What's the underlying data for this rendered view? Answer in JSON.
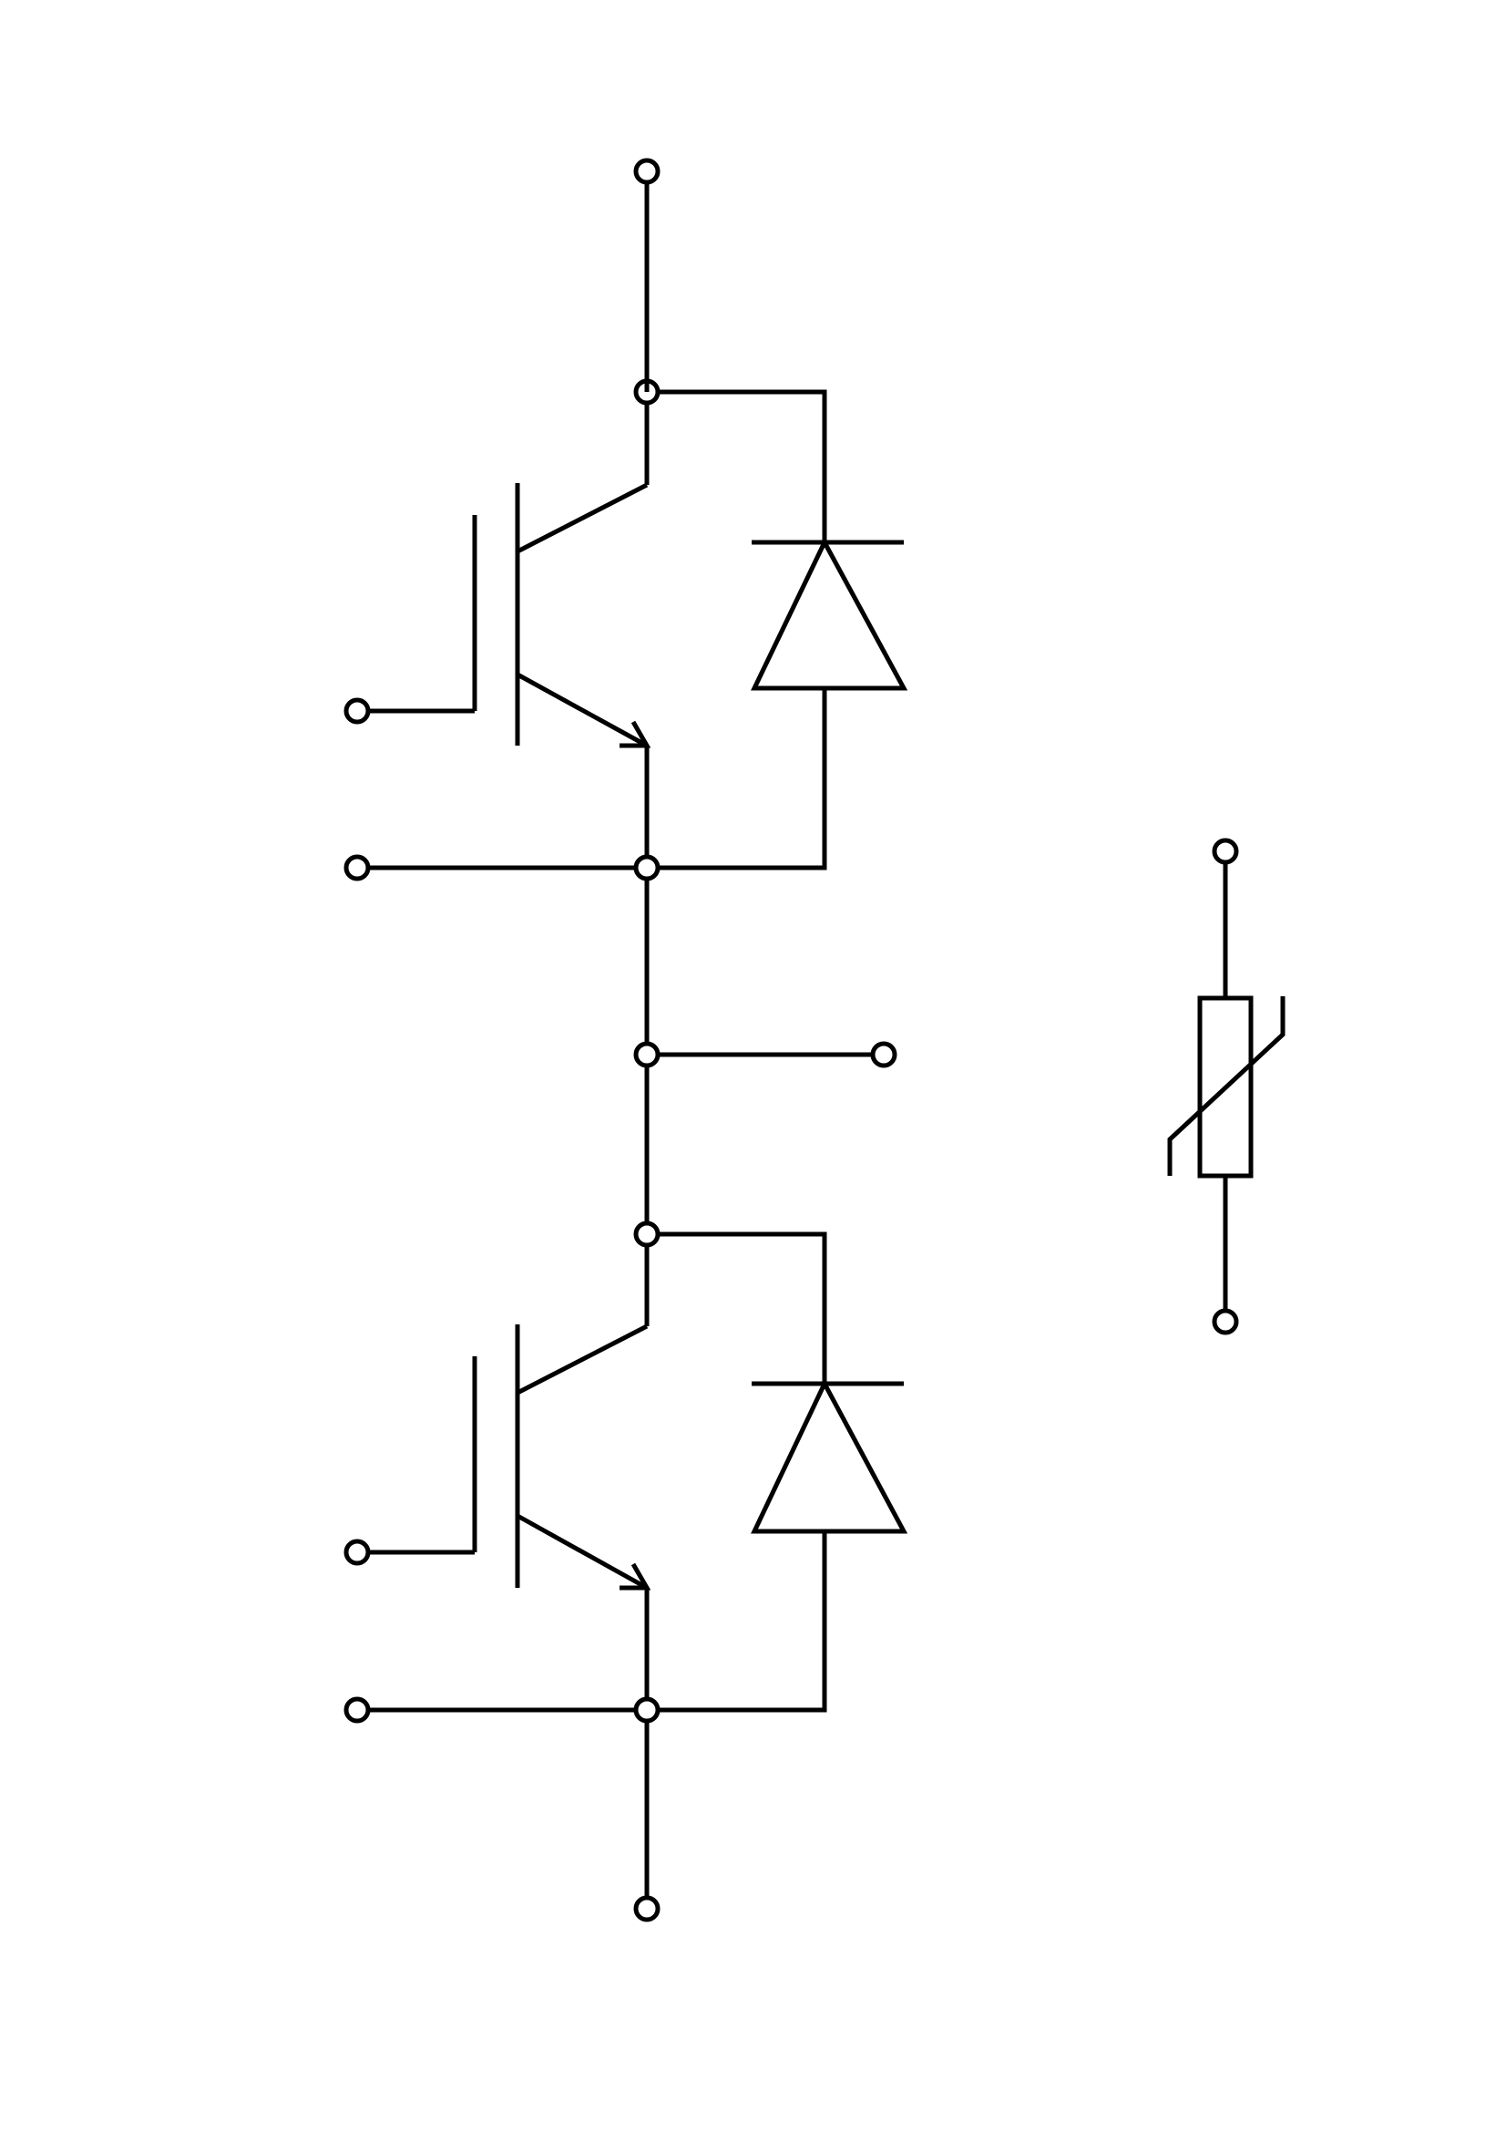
{
  "diagram": {
    "type": "circuit-schematic",
    "stroke_color": "#000000",
    "background_color": "#ffffff",
    "components": [
      {
        "id": "igbt-upper",
        "kind": "IGBT",
        "terminals": [
          "gate",
          "collector",
          "emitter"
        ]
      },
      {
        "id": "diode-upper",
        "kind": "freewheeling-diode",
        "connected_to": "igbt-upper"
      },
      {
        "id": "igbt-lower",
        "kind": "IGBT",
        "terminals": [
          "gate",
          "collector",
          "emitter"
        ]
      },
      {
        "id": "diode-lower",
        "kind": "freewheeling-diode",
        "connected_to": "igbt-lower"
      },
      {
        "id": "ntc-thermistor",
        "kind": "thermistor",
        "terminals": [
          "t1",
          "t2"
        ]
      }
    ],
    "external_terminals": [
      "dc-plus",
      "gate-upper",
      "aux-emitter-upper",
      "phase-output",
      "gate-lower",
      "aux-emitter-lower",
      "dc-minus",
      "ntc-t1",
      "ntc-t2"
    ]
  }
}
